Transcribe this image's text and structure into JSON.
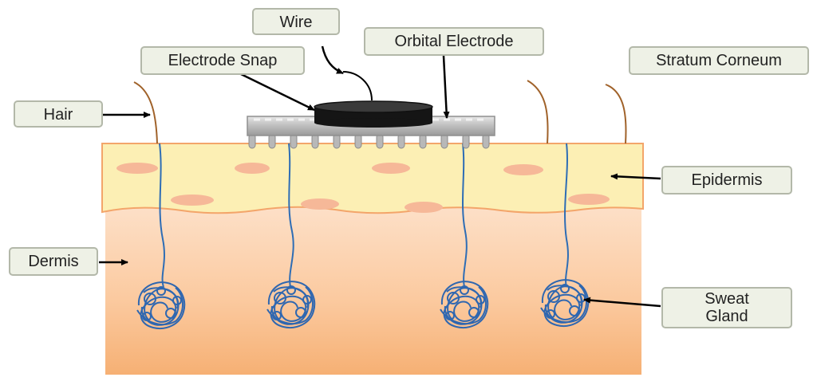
{
  "labels": {
    "wire": "Wire",
    "orbital_electrode": "Orbital Electrode",
    "electrode_snap": "Electrode Snap",
    "stratum_corneum": "Stratum Corneum",
    "hair": "Hair",
    "epidermis": "Epidermis",
    "dermis": "Dermis",
    "sweat_gland_line1": "Sweat",
    "sweat_gland_line2": "Gland"
  },
  "colors": {
    "epidermis": "#fcefb4",
    "dermis_top": "#fdd9bd",
    "dermis_bottom": "#f8b57c",
    "cells": "#f6b898",
    "hair": "#a0622a",
    "duct": "#2e6db5",
    "gland": "#2f67b0",
    "electrode_body": "#1a1a1a",
    "electrode_ring": "#c9c9c9",
    "label_bg": "#eef1e6",
    "label_border": "#b3b8a9",
    "arrow": "#000000"
  }
}
